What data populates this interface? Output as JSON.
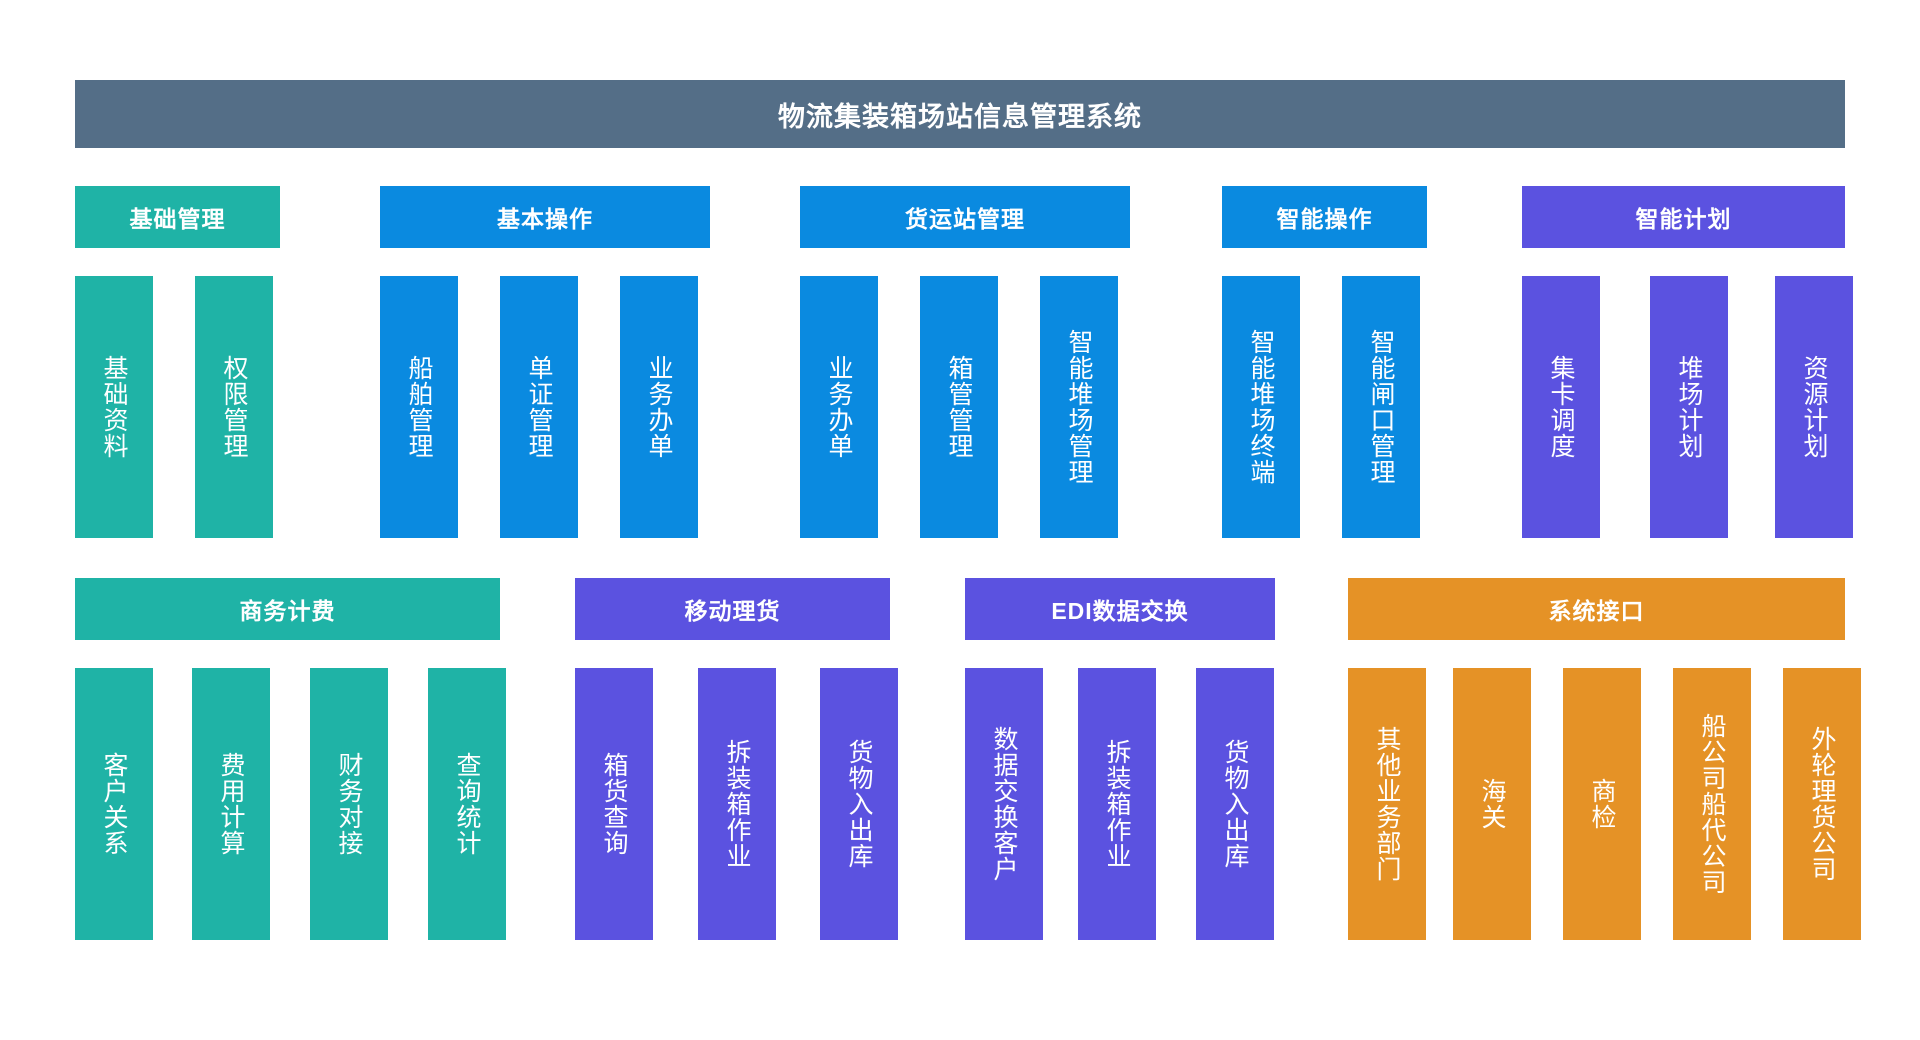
{
  "title": "物流集装箱场站信息管理系统",
  "colors": {
    "banner": "#546e87",
    "teal": "#1fb3a6",
    "blue": "#0a8ae0",
    "purple": "#5b52e0",
    "orange": "#e59226"
  },
  "rows": [
    {
      "groups": [
        {
          "name": "基础管理",
          "color": "teal",
          "items": [
            "基础资料",
            "权限管理"
          ]
        },
        {
          "name": "基本操作",
          "color": "blue",
          "items": [
            "船舶管理",
            "单证管理",
            "业务办单"
          ]
        },
        {
          "name": "货运站管理",
          "color": "blue",
          "items": [
            "业务办单",
            "箱管管理",
            "智能堆场管理"
          ]
        },
        {
          "name": "智能操作",
          "color": "blue",
          "items": [
            "智能堆场终端",
            "智能闸口管理"
          ]
        },
        {
          "name": "智能计划",
          "color": "purple",
          "items": [
            "集卡调度",
            "堆场计划",
            "资源计划"
          ]
        }
      ]
    },
    {
      "groups": [
        {
          "name": "商务计费",
          "color": "teal",
          "items": [
            "客户关系",
            "费用计算",
            "财务对接",
            "查询统计"
          ]
        },
        {
          "name": "移动理货",
          "color": "purple",
          "items": [
            "箱货查询",
            "拆装箱作业",
            "货物入出库"
          ]
        },
        {
          "name": "EDI数据交换",
          "color": "purple",
          "items": [
            "数据交换客户",
            "拆装箱作业",
            "货物入出库"
          ]
        },
        {
          "name": "系统接口",
          "color": "orange",
          "items": [
            "其他业务部门",
            "海关",
            "商检",
            "船公司船代公司",
            "外轮理货公司"
          ]
        }
      ]
    }
  ]
}
